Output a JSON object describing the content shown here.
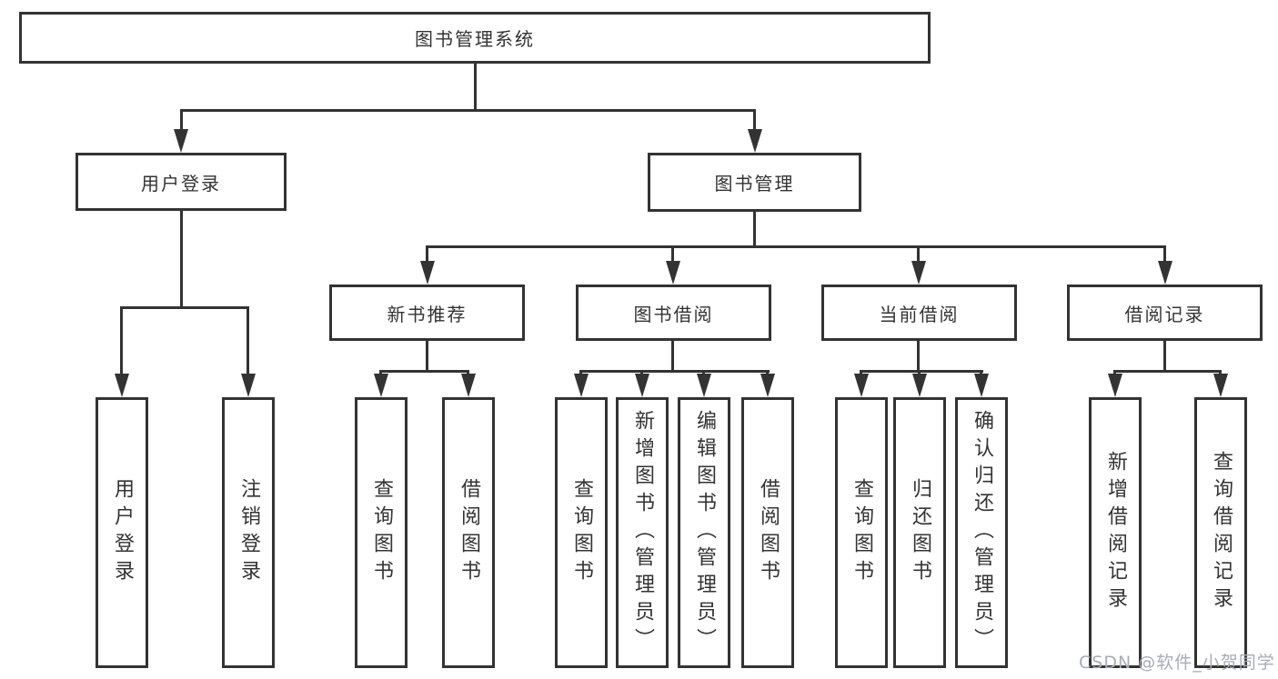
{
  "diagram": {
    "title": "图书管理系统",
    "root": {
      "label": "图书管理系统"
    },
    "l2": [
      {
        "label": "用户登录"
      },
      {
        "label": "图书管理"
      }
    ],
    "l3": [
      {
        "label": "新书推荐"
      },
      {
        "label": "图书借阅"
      },
      {
        "label": "当前借阅"
      },
      {
        "label": "借阅记录"
      }
    ],
    "l4": [
      {
        "label": "用户登录"
      },
      {
        "label": "注销登录"
      },
      {
        "label": "查询图书"
      },
      {
        "label": "借阅图书"
      },
      {
        "label": "查询图书"
      },
      {
        "label": "新增图书（管理员）"
      },
      {
        "label": "编辑图书（管理员）"
      },
      {
        "label": "借阅图书"
      },
      {
        "label": "查询图书"
      },
      {
        "label": "归还图书"
      },
      {
        "label": "确认归还（管理员）"
      },
      {
        "label": "新增借阅记录"
      },
      {
        "label": "查询借阅记录"
      }
    ]
  },
  "watermark": {
    "text": "CSDN @软件_小贺同学"
  },
  "colors": {
    "line": "#333333",
    "text": "#333333",
    "watermark": "#a7acb8",
    "background": "#ffffff"
  }
}
